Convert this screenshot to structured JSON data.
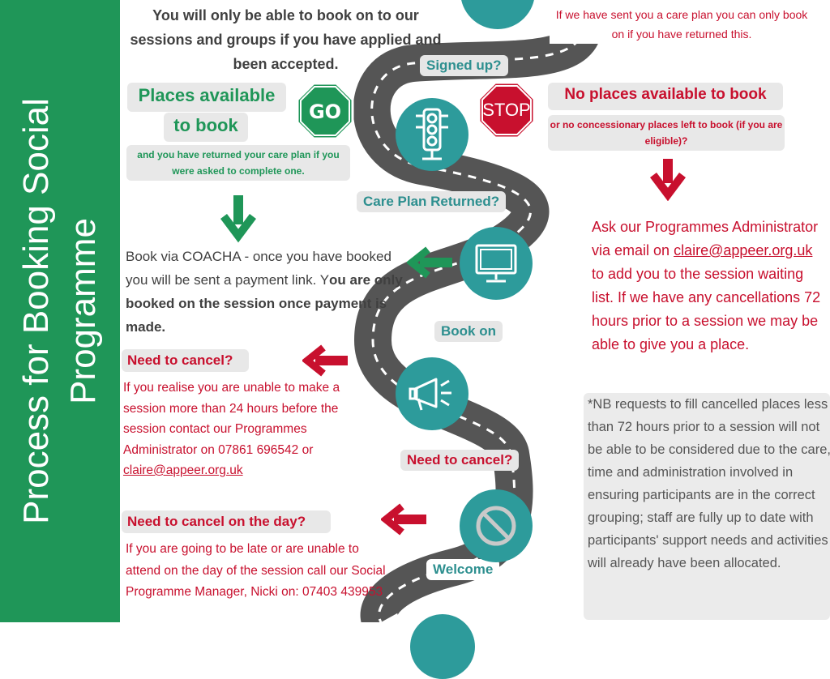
{
  "sidebar": {
    "title": "Process for Booking Social Programme"
  },
  "intro": {
    "text": "You will only be able to book on to our sessions and groups if you have applied and been accepted."
  },
  "care_plan_note": "If we have sent you a care plan you can only book on if you have returned this.",
  "road_labels": {
    "signed_up": "Signed up?",
    "care_plan_returned": "Care Plan Returned?",
    "book_on": "Book on",
    "need_to_cancel": "Need to cancel?",
    "welcome": "Welcome"
  },
  "signs": {
    "go": "GO",
    "stop": "STOP"
  },
  "places_available": {
    "title_line1": "Places available",
    "title_line2": "to book",
    "subtext": "and you have returned your care plan if you were asked to complete one."
  },
  "no_places": {
    "title": "No places available to book",
    "subtext": "or no concessionary places left to book (if you are eligible)?"
  },
  "book_via": {
    "text1": "Book via COACHA - once you have booked you will be sent a payment link. Y",
    "text2": "ou are only booked on the session once payment is made."
  },
  "waiting_list": {
    "text1": "Ask our Programmes Administrator via email on ",
    "email": "claire@appeer.org.uk",
    "text2": " to add you to the session waiting list. If we have any cancellations 72 hours prior to a session we may be able to give you a place."
  },
  "cancel": {
    "title": "Need to cancel?",
    "text": "If you realise you are unable to make a session more than 24 hours before the session contact our Programmes Administrator on 07861 696542 or",
    "email": "claire@appeer.org.uk"
  },
  "cancel_day": {
    "title": "Need to cancel on the day?",
    "text": "If you are going to be late or are unable to attend on the day of the session call our Social Programme Manager, Nicki on: 07403 439953"
  },
  "nb_note": "*NB requests to fill cancelled places less than 72 hours prior to a session will not be able to be considered due to the care, time and administration involved in ensuring participants are in the correct grouping; staff are fully up to date with participants' support needs and activities will already have been allocated.",
  "colors": {
    "green": "#1f9658",
    "red": "#c8102e",
    "teal": "#2d9b9b",
    "road": "#555555"
  },
  "icons": [
    "traffic-light-icon",
    "monitor-icon",
    "megaphone-icon",
    "prohibited-icon"
  ]
}
